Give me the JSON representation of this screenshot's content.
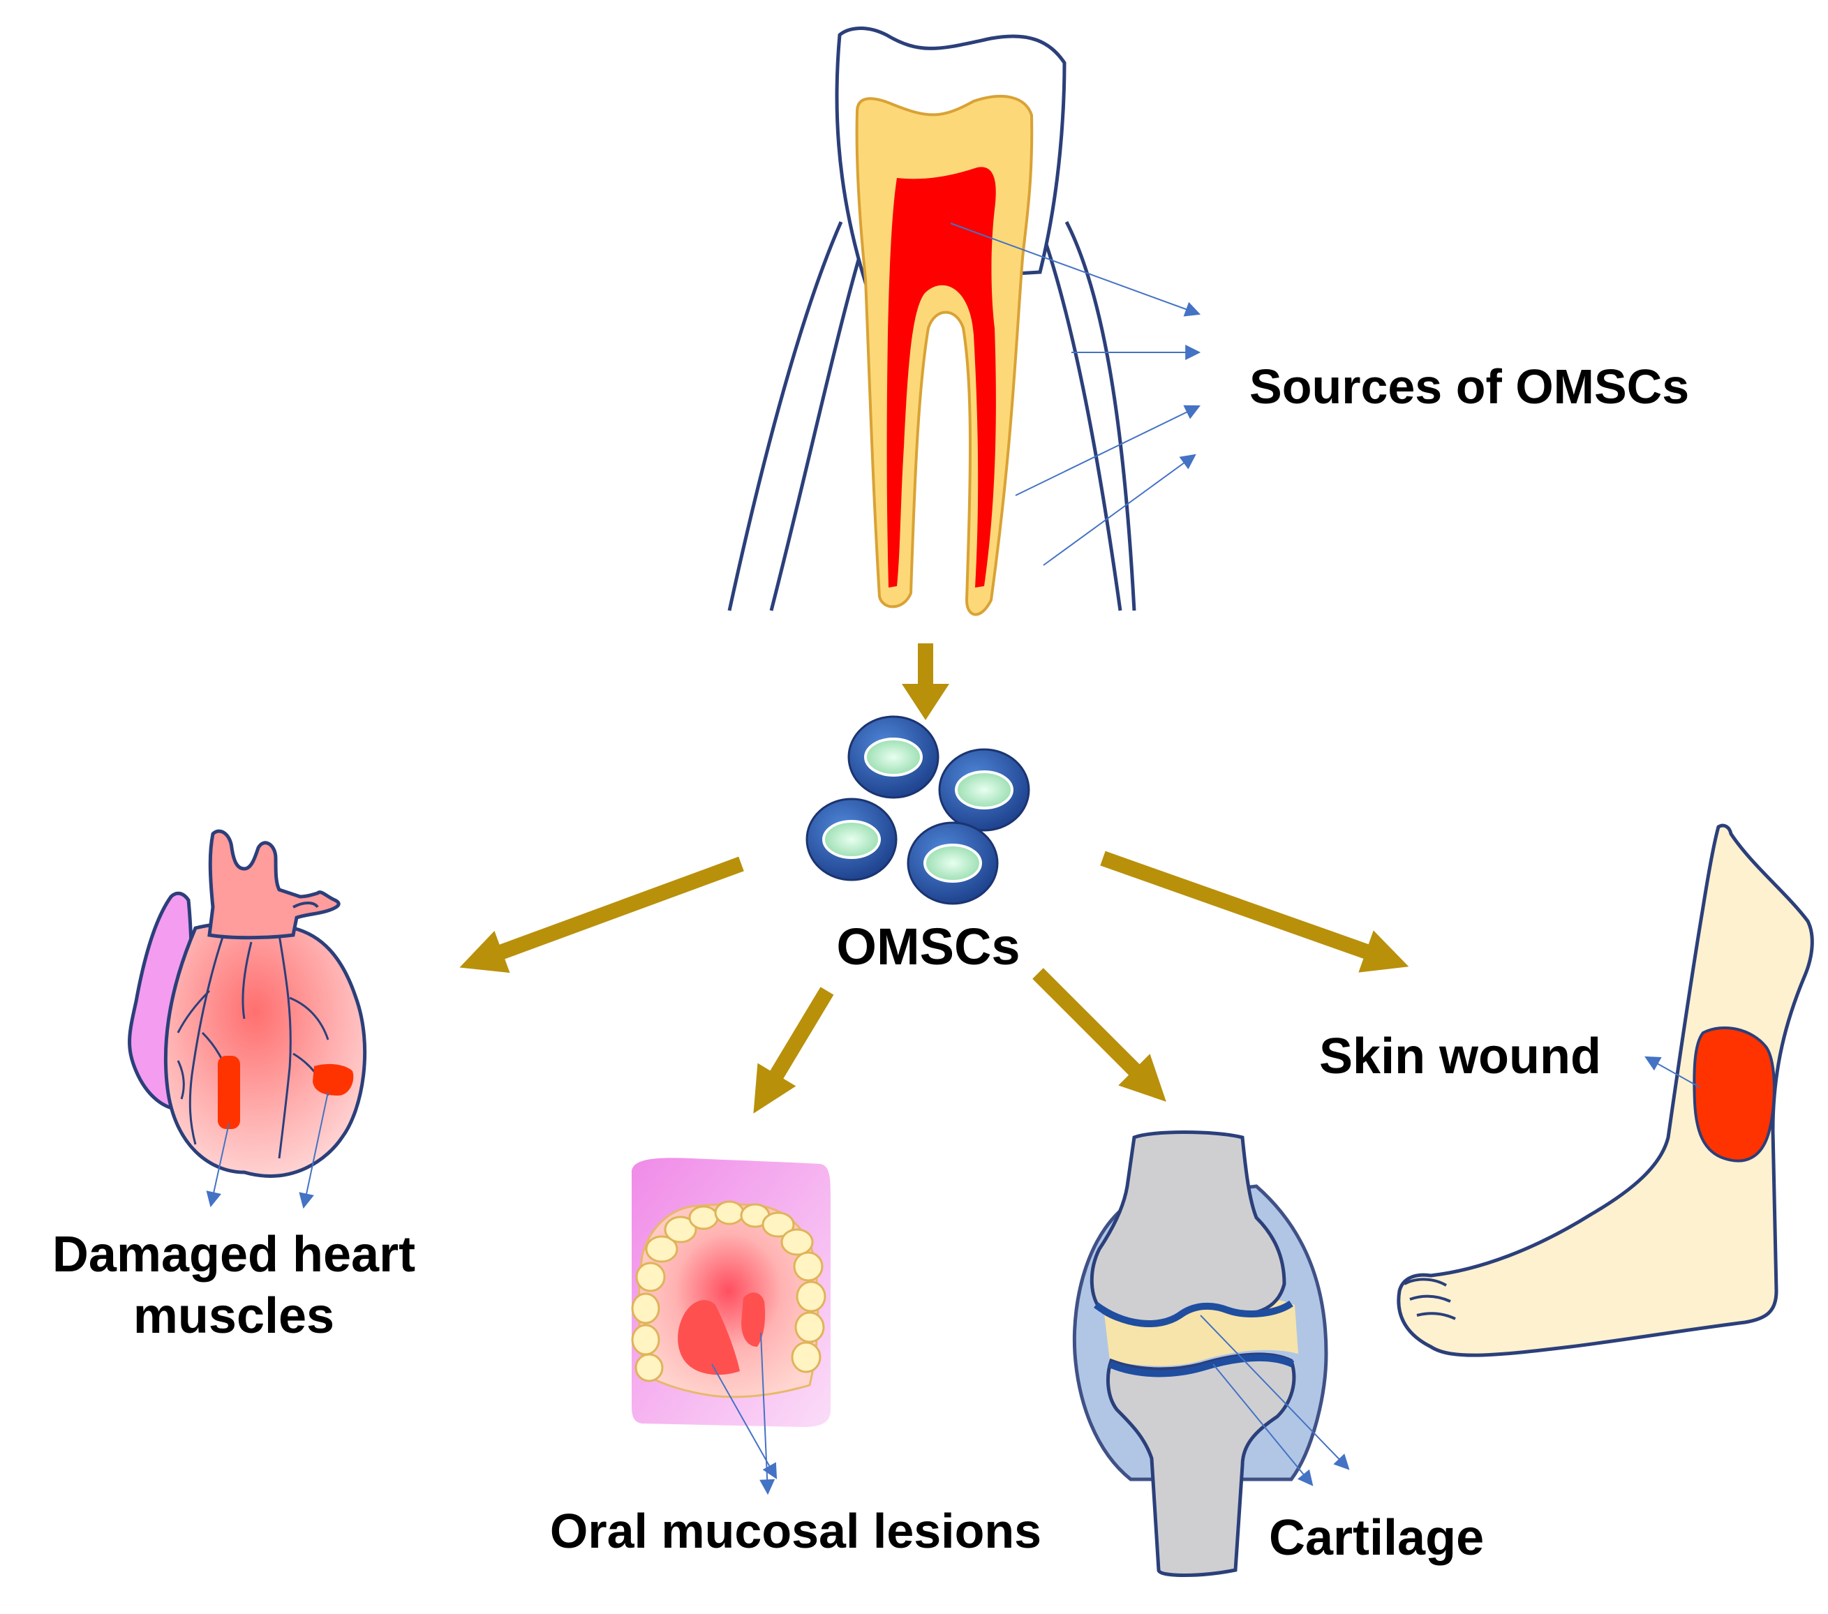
{
  "labels": {
    "sources": "Sources of OMSCs",
    "omscs": "OMSCs",
    "heart_line1": "Damaged heart",
    "heart_line2": "muscles",
    "oral": "Oral mucosal lesions",
    "cartilage": "Cartilage",
    "skin": "Skin wound"
  },
  "colors": {
    "outline": "#2b3f7a",
    "thin_arrow": "#4472c4",
    "gold_arrow": "#b8900a",
    "dentin": "#fcd879",
    "pulp": "#ff0000",
    "lesion": "#ff3300",
    "cell_ring": "#2e5aa8",
    "cell_nucleus": "#b8ecc8",
    "bone": "#cfcfd2",
    "foot_skin": "#fdf1cf"
  },
  "icons": [
    "tooth-icon",
    "stem-cells-icon",
    "heart-icon",
    "mouth-icon",
    "knee-joint-icon",
    "foot-icon"
  ]
}
